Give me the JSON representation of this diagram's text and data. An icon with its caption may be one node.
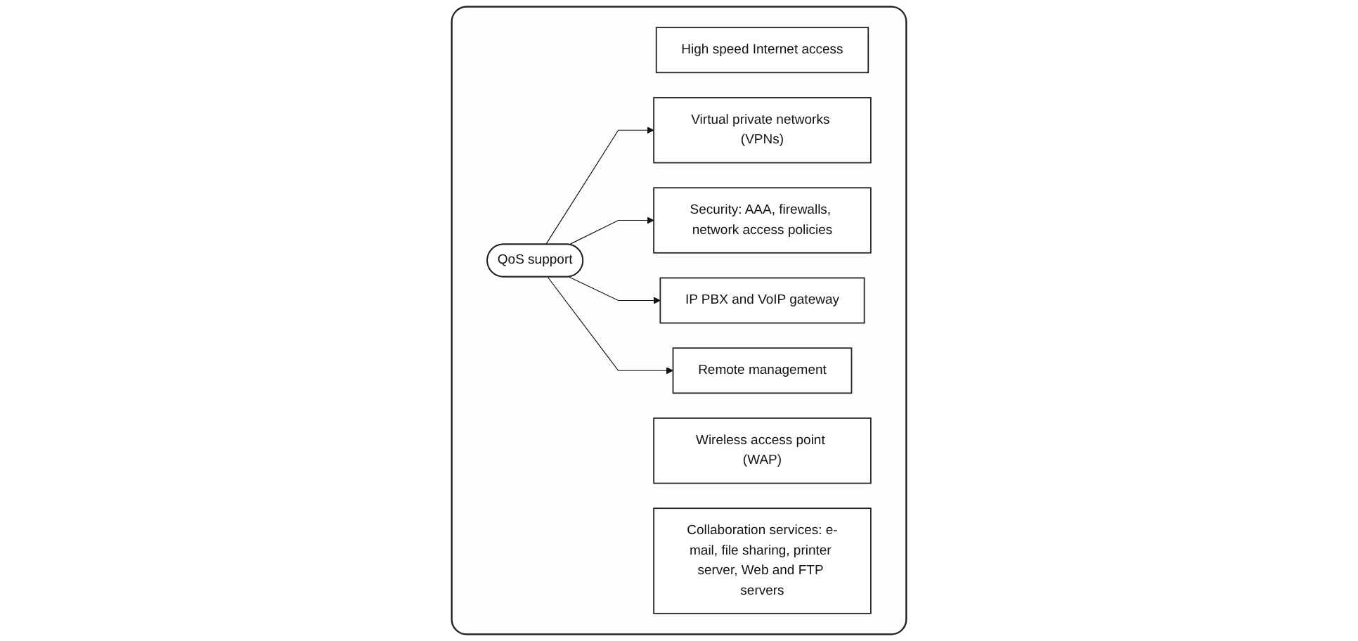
{
  "diagram": {
    "nodes": [
      {
        "text": [],
        "shape": "box"
      },
      {
        "text": [
          "High speed Internet access"
        ],
        "in": 0
      },
      {
        "text": [
          "Wireless access point (WAP)"
        ],
        "in": 0
      },
      {
        "text": [
          "Virtual private networks (VPNs)"
        ],
        "in": 0
      },
      {
        "text": [
          "QoS support"
        ],
        "in": 0
      },
      {
        "text": [
          "Security: AAA, firewalls, network access policies"
        ],
        "in": 0
      },
      {
        "text": [
          "IP PBX and VoIP gateway"
        ],
        "in": 0
      },
      {
        "text": [
          "Remote management"
        ],
        "in": 0
      },
      {
        "text": [
          "Collaboration services: e-mail, file sharing, printer server, Web and FTP servers"
        ],
        "in": 0
      }
    ],
    "edges": [
      {
        "from": 4,
        "to": 3,
        "arrow": "to"
      },
      {
        "from": 4,
        "to": 5,
        "arrow": "to"
      },
      {
        "from": 4,
        "to": 6,
        "arrow": "to"
      },
      {
        "from": 4,
        "to": 7,
        "arrow": "to"
      }
    ]
  }
}
